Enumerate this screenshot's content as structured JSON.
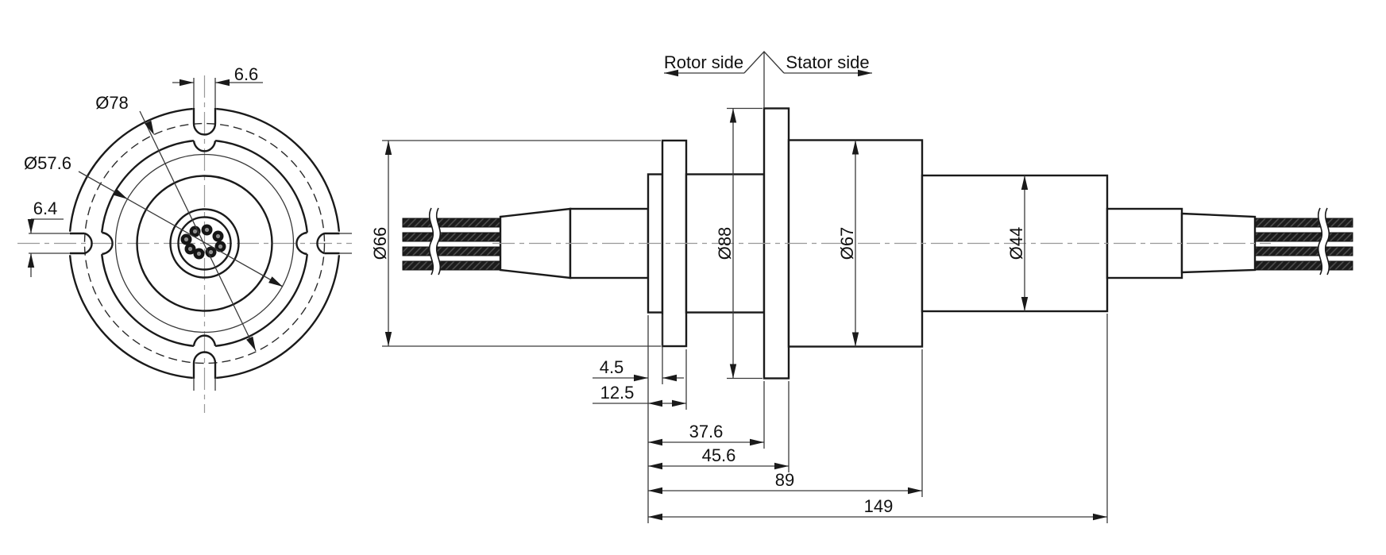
{
  "front_view": {
    "dims": {
      "top_slot_width": "6.6",
      "bolt_circle_dia": "Ø78",
      "inner_dia": "Ø57.6",
      "left_slot_width": "6.4"
    }
  },
  "side_view": {
    "labels": {
      "rotor": "Rotor side",
      "stator": "Stator side"
    },
    "diameters": {
      "disc": "Ø66",
      "flange": "Ø88",
      "body": "Ø67",
      "cylinder": "Ø44"
    },
    "lengths": {
      "ring_width": "4.5",
      "disc_end": "12.5",
      "flange_start": "37.6",
      "flange_end": "45.6",
      "body_end": "89",
      "total": "149"
    }
  },
  "colors": {
    "line": "#1a1a1a",
    "background": "#ffffff"
  }
}
